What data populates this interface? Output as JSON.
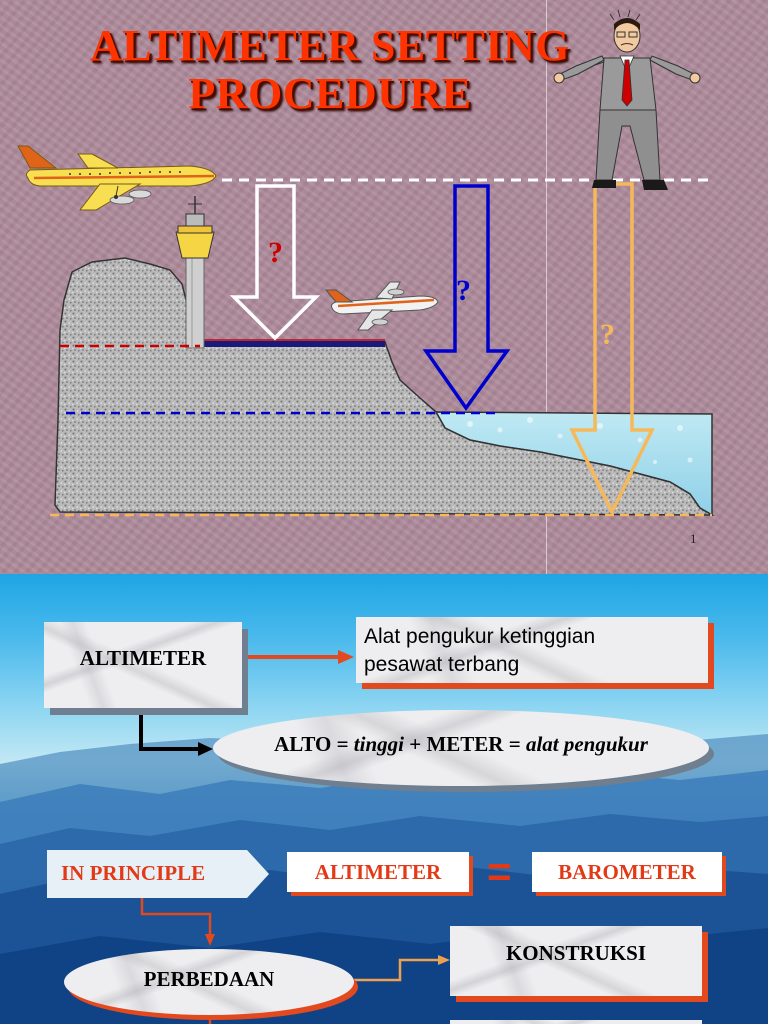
{
  "slide1": {
    "title_line1": "ALTIMETER SETTING",
    "title_line2": "PROCEDURE",
    "question_mark": "?",
    "slide_number": "1",
    "colors": {
      "background": "#ad8a9a",
      "title": "#ff3300",
      "arrow_white": "#ffffff",
      "arrow_blue": "#0000cc",
      "arrow_orange": "#f7b85a",
      "line_red": "#cc0000",
      "line_blue": "#0000cc",
      "line_orange": "#f7b85a"
    }
  },
  "slide2": {
    "altimeter_label": "ALTIMETER",
    "definition_line1": "Alat pengukur ketinggian",
    "definition_line2": "pesawat terbang",
    "alto_part1": "ALTO = ",
    "alto_part2": "tinggi",
    "alto_part3": " + METER = ",
    "alto_part4": "alat pengukur",
    "in_principle_label": "IN PRINCIPLE",
    "altimeter_label_2": "ALTIMETER",
    "equals_sign": "=",
    "barometer_label": "BAROMETER",
    "perbedaan_label": "PERBEDAAN",
    "konstruksi_label": "KONSTRUKSI",
    "colors": {
      "accent": "#e23a16",
      "sky": "#1ea6e4"
    }
  }
}
